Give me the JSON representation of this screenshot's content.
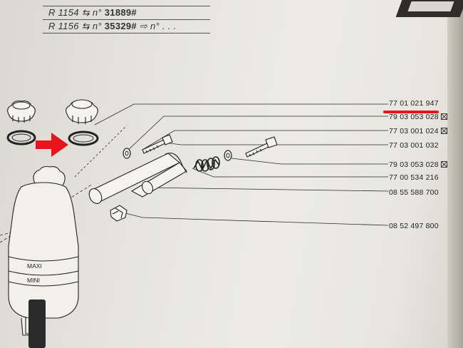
{
  "header": {
    "rows": [
      {
        "model": "R 1154",
        "num": "31889#",
        "tail": ""
      },
      {
        "model": "R 1156",
        "num": "35329#",
        "tail": "n° . . ."
      }
    ],
    "prefix": "n°"
  },
  "part_numbers": [
    {
      "id": "p1",
      "text": "77 01 021 947",
      "crossed": false,
      "highlighted": true
    },
    {
      "id": "p2",
      "text": "79 03 053 028",
      "crossed": true
    },
    {
      "id": "p3",
      "text": "77 03 001 024",
      "crossed": true
    },
    {
      "id": "p4",
      "text": "77 03 001 032",
      "crossed": false
    },
    {
      "id": "p5",
      "text": "79 03 053 028",
      "crossed": true
    },
    {
      "id": "p6",
      "text": "77 00 534 216",
      "crossed": false
    },
    {
      "id": "p7",
      "text": "08 55 588 700",
      "crossed": false
    },
    {
      "id": "p8",
      "text": "08 52 497 800",
      "crossed": false
    }
  ],
  "tank_labels": {
    "maxi": "MAXI",
    "mini": "MINI"
  },
  "colors": {
    "highlight": "#e8141b",
    "ink": "#2a2a2a",
    "paper": "#e8e7e1"
  },
  "icons": [
    "red-arrow-icon",
    "crossed-box-icon"
  ]
}
